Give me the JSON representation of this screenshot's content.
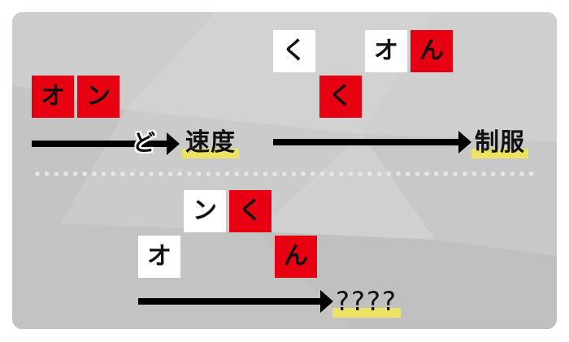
{
  "colors": {
    "background": "#c9c9c9",
    "tile_red": "#e60012",
    "tile_white": "#ffffff",
    "highlight": "#ece364",
    "arrow": "#000000"
  },
  "row1": {
    "group_a": {
      "tiles": [
        {
          "char": "オ",
          "color": "red"
        },
        {
          "char": "ン",
          "color": "red"
        }
      ],
      "connector_char": "ど",
      "result": "速度"
    },
    "group_b": {
      "tiles": [
        {
          "char": "く",
          "color": "white"
        },
        {
          "char": "く",
          "color": "red"
        },
        {
          "char": "オ",
          "color": "white"
        },
        {
          "char": "ん",
          "color": "red"
        }
      ],
      "result": "制服"
    }
  },
  "row2": {
    "tiles": [
      {
        "char": "ン",
        "color": "white"
      },
      {
        "char": "く",
        "color": "red"
      },
      {
        "char": "オ",
        "color": "white"
      },
      {
        "char": "ん",
        "color": "red"
      }
    ],
    "result": "????"
  }
}
